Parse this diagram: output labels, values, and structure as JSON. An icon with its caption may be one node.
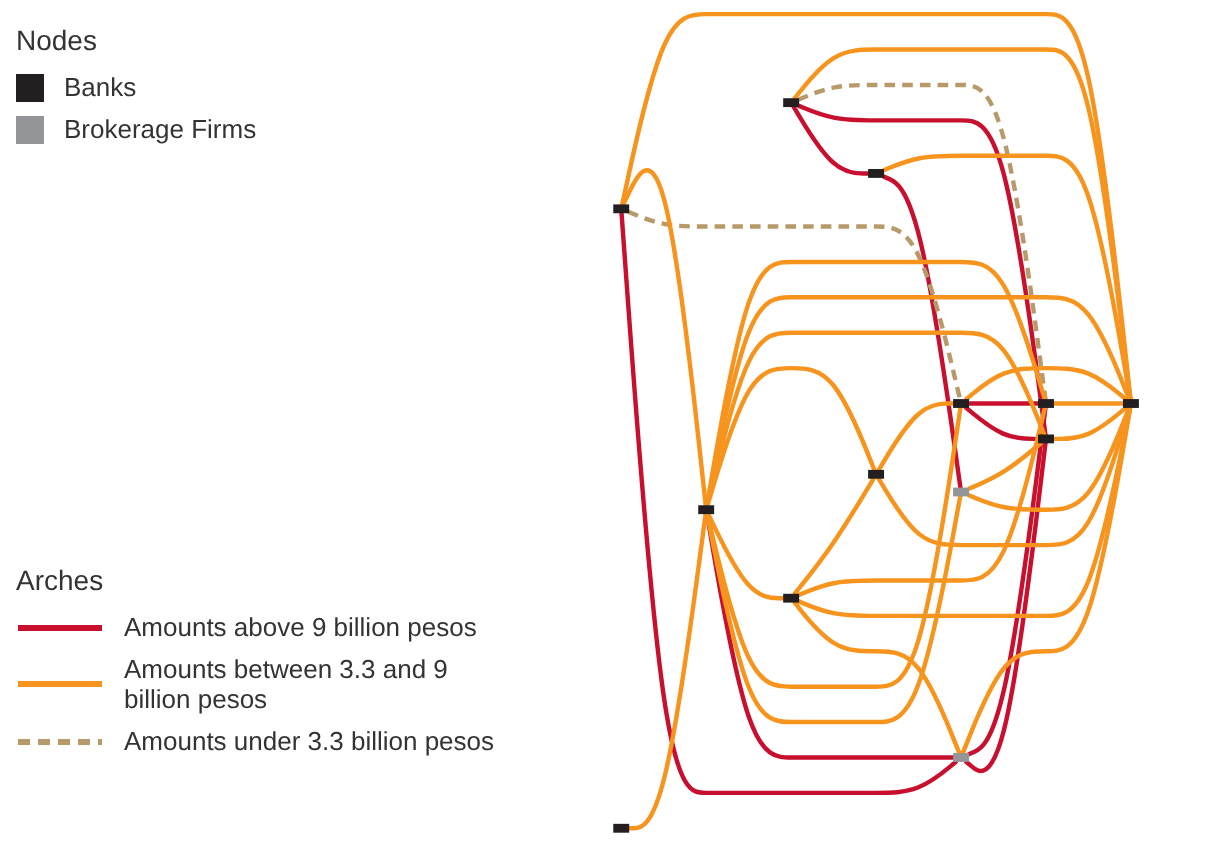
{
  "diagram": {
    "nodes": [
      {
        "text": [],
        "shape": "box"
      },
      {
        "text": [],
        "shape": "box"
      },
      {
        "text": [],
        "shape": "box"
      },
      {
        "text": [],
        "shape": "box"
      },
      {
        "text": [],
        "shape": "box"
      },
      {
        "text": [],
        "shape": "box"
      },
      {
        "text": [],
        "shape": "box"
      },
      {
        "text": [],
        "shape": "box"
      },
      {
        "text": [],
        "shape": "box"
      },
      {
        "text": [],
        "shape": "box"
      },
      {
        "text": [],
        "shape": "box"
      },
      {
        "text": [],
        "shape": "box"
      },
      {
        "text": [],
        "shape": "box"
      }
    ],
    "edges": [
      {
        "from": 1,
        "to": 2,
        "arrow": "none",
        "color": "#c8102e"
      },
      {
        "from": 3,
        "to": 2,
        "arrow": "none",
        "color": "#c8102e"
      },
      {
        "from": 7,
        "to": 4,
        "arrow": "none",
        "color": "#c8102e"
      },
      {
        "from": 8,
        "to": 7,
        "arrow": "none",
        "color": "#c8102e"
      },
      {
        "from": 8,
        "to": 9,
        "arrow": "none",
        "color": "#c8102e"
      },
      {
        "from": 5,
        "to": 9,
        "arrow": "none",
        "color": "#c8102e"
      },
      {
        "from": 2,
        "to": 9,
        "arrow": "none",
        "color": "#c8102e"
      },
      {
        "from": 2,
        "to": 12,
        "arrow": "none",
        "color": "#c8102e"
      },
      {
        "from": 5,
        "to": 12,
        "arrow": "none",
        "color": "#c8102e"
      },
      {
        "from": 1,
        "to": 5,
        "arrow": "none",
        "style": "dashed",
        "color": "#b89a6a"
      },
      {
        "from": 8,
        "to": 12,
        "arrow": "none",
        "style": "dashed",
        "color": "#b89a6a"
      },
      {
        "from": 0,
        "to": 3,
        "arrow": "none"
      },
      {
        "from": 1,
        "to": 3,
        "arrow": "none"
      },
      {
        "from": 1,
        "to": 10,
        "arrow": "none"
      },
      {
        "from": 3,
        "to": 4,
        "arrow": "none"
      },
      {
        "from": 3,
        "to": 5,
        "arrow": "none"
      },
      {
        "from": 3,
        "to": 6,
        "arrow": "none"
      },
      {
        "from": 3,
        "to": 11,
        "arrow": "none"
      },
      {
        "from": 3,
        "to": 9,
        "arrow": "none"
      },
      {
        "from": 3,
        "to": 10,
        "arrow": "none"
      },
      {
        "from": 3,
        "to": 12,
        "arrow": "none"
      },
      {
        "from": 6,
        "to": 2,
        "arrow": "none"
      },
      {
        "from": 6,
        "to": 10,
        "arrow": "none"
      },
      {
        "from": 6,
        "to": 12,
        "arrow": "none"
      },
      {
        "from": 6,
        "to": 11,
        "arrow": "none"
      },
      {
        "from": 11,
        "to": 10,
        "arrow": "none"
      },
      {
        "from": 11,
        "to": 5,
        "arrow": "none"
      },
      {
        "from": 12,
        "to": 10,
        "arrow": "none"
      },
      {
        "from": 2,
        "to": 10,
        "arrow": "none"
      },
      {
        "from": 4,
        "to": 10,
        "arrow": "none"
      },
      {
        "from": 4,
        "to": 9,
        "arrow": "none"
      },
      {
        "from": 5,
        "to": 10,
        "arrow": "none"
      },
      {
        "from": 9,
        "to": 10,
        "arrow": "none"
      },
      {
        "from": 7,
        "to": 10,
        "arrow": "none"
      },
      {
        "from": 8,
        "to": 10,
        "arrow": "none"
      }
    ],
    "labels": [
      "Nodes",
      "Arches"
    ],
    "legend": [
      {
        "text": "Banks",
        "color": "#231f20"
      },
      {
        "text": "Brokerage Firms",
        "color": "#939598"
      },
      {
        "text": "Amounts above 9 billion pesos"
      },
      {
        "text": "Amounts between 3.3 and 9 billion pesos"
      },
      {
        "text": "Amounts under 3.3 billion pesos"
      }
    ]
  }
}
